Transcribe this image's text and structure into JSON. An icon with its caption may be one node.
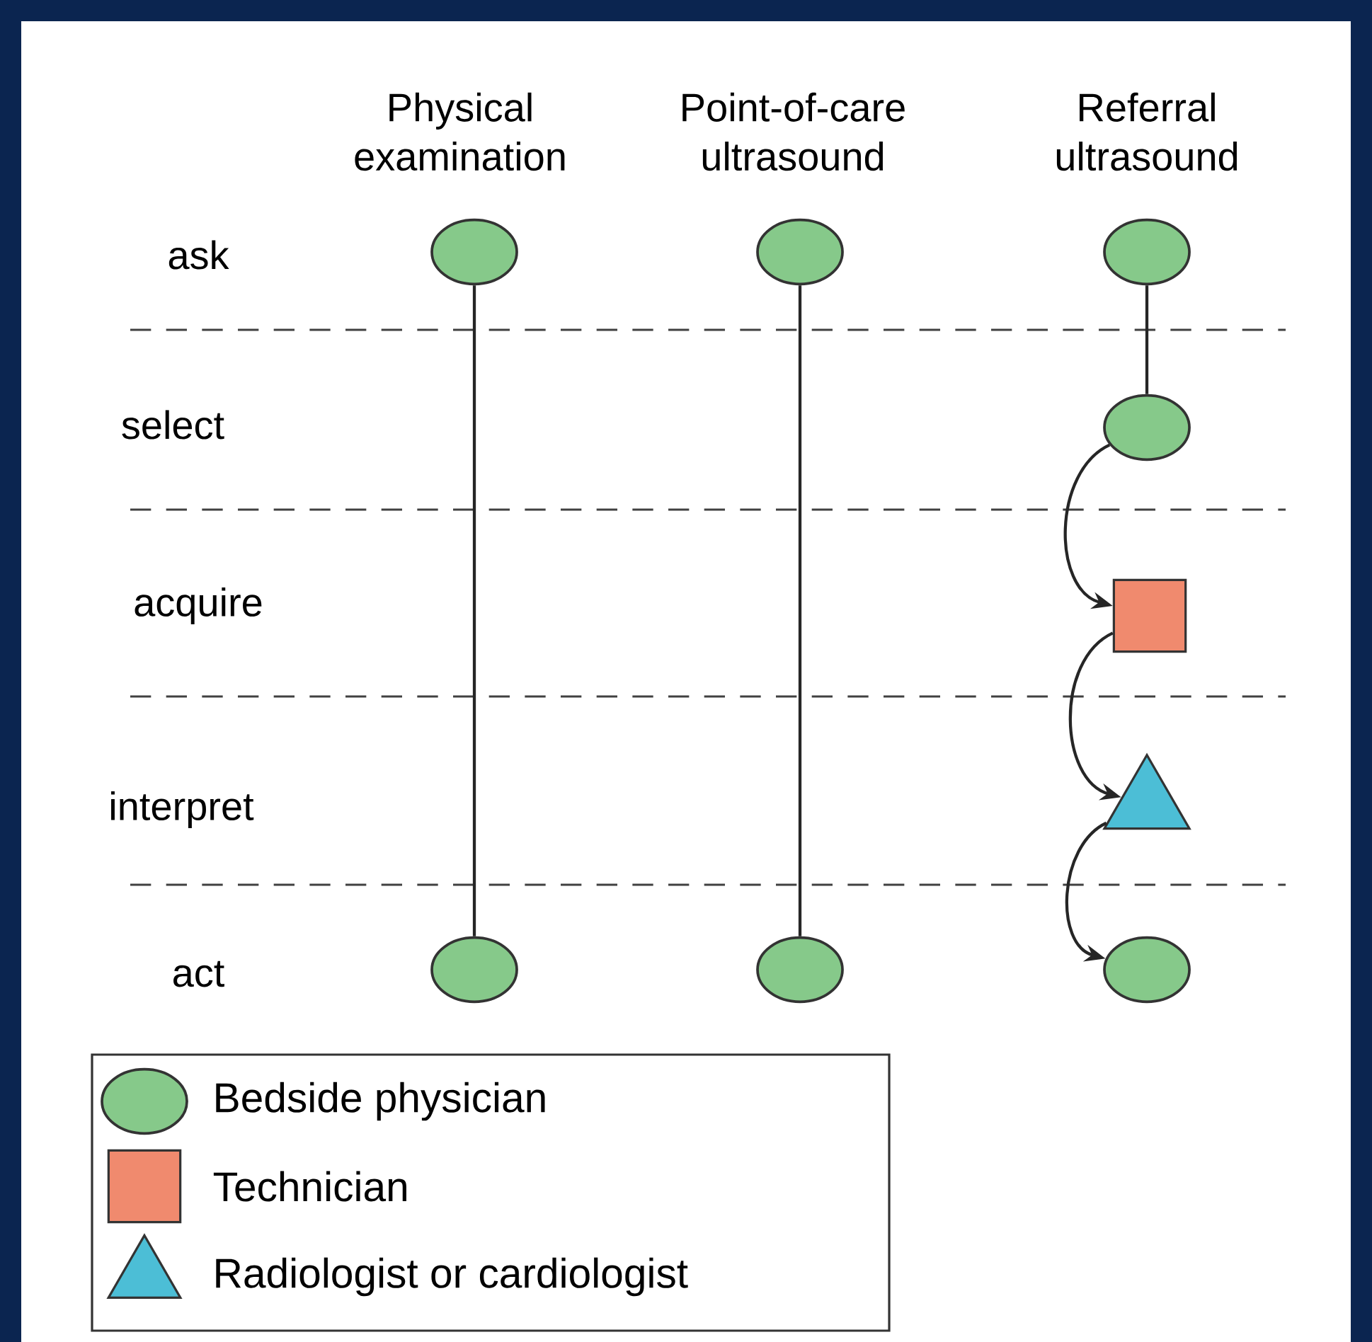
{
  "diagram": {
    "nodes": [
      {
        "text": [],
        "shape": "circle"
      },
      {
        "text": [],
        "shape": "circle"
      },
      {
        "text": [],
        "shape": "circle"
      },
      {
        "text": [],
        "shape": "circle"
      },
      {
        "text": [],
        "shape": "box"
      },
      {
        "text": [],
        "shape": "triangle"
      },
      {
        "text": [],
        "shape": "circle"
      },
      {
        "text": [],
        "shape": "circle"
      },
      {
        "text": [],
        "shape": "circle"
      }
    ],
    "edges": [
      {
        "from": 0,
        "to": 6,
        "arrow": "none"
      },
      {
        "from": 1,
        "to": 7,
        "arrow": "none"
      },
      {
        "from": 2,
        "to": 3,
        "arrow": "none"
      },
      {
        "from": 3,
        "to": 4,
        "arrow": "to"
      },
      {
        "from": 4,
        "to": 5,
        "arrow": "to"
      },
      {
        "from": 5,
        "to": 8,
        "arrow": "to"
      }
    ],
    "labels": [
      "Physical examination",
      "Point-of-care ultrasound",
      "Referral ultrasound",
      "ask",
      "select",
      "acquire",
      "interpret",
      "act"
    ],
    "legend": [
      {
        "text": "Bedside physician"
      },
      {
        "text": "Technician"
      },
      {
        "text": "Radiologist or cardiologist"
      }
    ]
  }
}
